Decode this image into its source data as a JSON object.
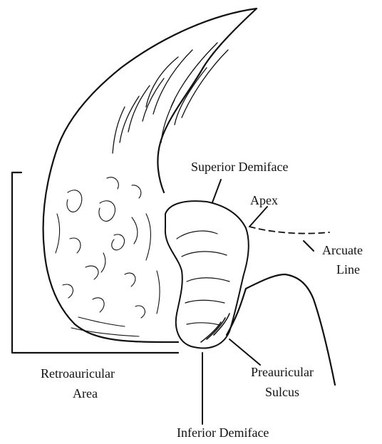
{
  "labels": {
    "superior_demiface": "Superior Demiface",
    "apex": "Apex",
    "arcuate_line_1": "Arcuate",
    "arcuate_line_2": "Line",
    "retroauricular_1": "Retroauricular",
    "retroauricular_2": "Area",
    "preauricular_1": "Preauricular",
    "preauricular_2": "Sulcus",
    "inferior_demiface": "Inferior Demiface"
  },
  "colors": {
    "ink": "#111111",
    "background": "#ffffff"
  }
}
